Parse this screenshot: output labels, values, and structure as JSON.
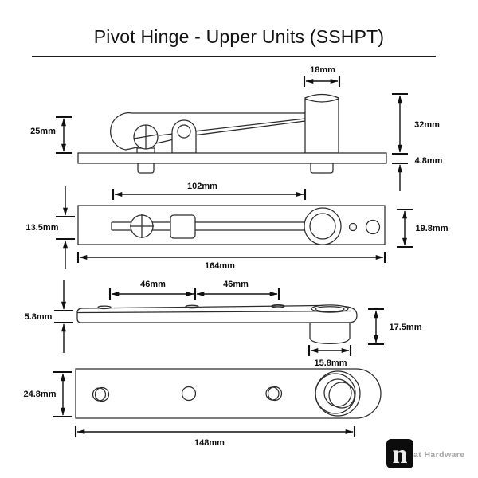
{
  "page": {
    "title": "Pivot Hinge - Upper Units (SSHPT)"
  },
  "views": {
    "upper_side": {
      "pin_width": "18mm",
      "mechanism_height": "25mm",
      "pin_height": "32mm",
      "plate_thickness": "4.8mm"
    },
    "upper_top": {
      "channel_length": "102mm",
      "body_width": "13.5mm",
      "overall_length": "164mm",
      "end_width": "19.8mm"
    },
    "lower_side": {
      "hole_spacing_a": "46mm",
      "hole_spacing_b": "46mm",
      "plate_thickness": "5.8mm",
      "cup_depth": "17.5mm",
      "cup_diameter": "15.8mm"
    },
    "lower_top": {
      "plate_width": "24.8mm",
      "overall_length": "148mm"
    }
  },
  "logo": {
    "letter": "n",
    "text": "at Hardware"
  },
  "colors": {
    "line": "#2b2b2b",
    "dimension": "#101010",
    "background": "#ffffff",
    "logo_box": "#0c0c0c",
    "logo_text": "#a5a5a5"
  }
}
